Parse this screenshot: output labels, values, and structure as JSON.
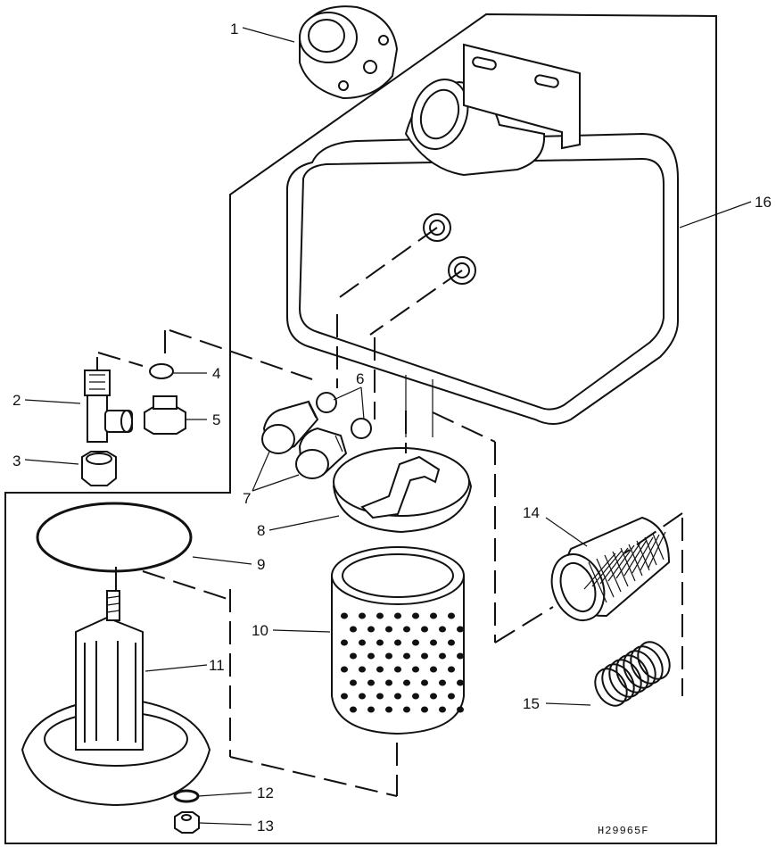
{
  "callouts": [
    {
      "id": "1",
      "text": "1"
    },
    {
      "id": "2",
      "text": "2"
    },
    {
      "id": "3",
      "text": "3"
    },
    {
      "id": "4",
      "text": "4"
    },
    {
      "id": "5",
      "text": "5"
    },
    {
      "id": "6",
      "text": "6"
    },
    {
      "id": "7",
      "text": "7"
    },
    {
      "id": "8",
      "text": "8"
    },
    {
      "id": "9",
      "text": "9"
    },
    {
      "id": "10",
      "text": "10"
    },
    {
      "id": "11",
      "text": "11"
    },
    {
      "id": "12",
      "text": "12"
    },
    {
      "id": "13",
      "text": "13"
    },
    {
      "id": "14",
      "text": "14"
    },
    {
      "id": "15",
      "text": "15"
    },
    {
      "id": "16",
      "text": "16"
    }
  ],
  "figure_code": "H29965F"
}
